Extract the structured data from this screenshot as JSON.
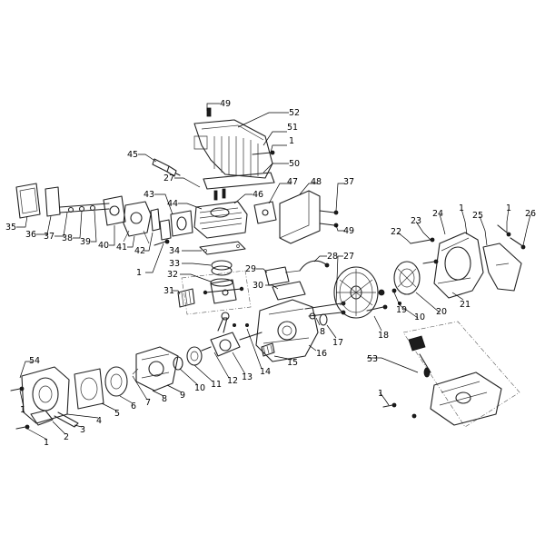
{
  "diagram": {
    "callouts": [
      {
        "id": "c49a",
        "label": "49"
      },
      {
        "id": "c52",
        "label": "52"
      },
      {
        "id": "c51",
        "label": "51"
      },
      {
        "id": "c1a",
        "label": "1"
      },
      {
        "id": "c50",
        "label": "50"
      },
      {
        "id": "c45",
        "label": "45"
      },
      {
        "id": "c27a",
        "label": "27"
      },
      {
        "id": "c43",
        "label": "43"
      },
      {
        "id": "c44",
        "label": "44"
      },
      {
        "id": "c46",
        "label": "46"
      },
      {
        "id": "c47",
        "label": "47"
      },
      {
        "id": "c48",
        "label": "48"
      },
      {
        "id": "c37a",
        "label": "37"
      },
      {
        "id": "c49b",
        "label": "49"
      },
      {
        "id": "c35",
        "label": "35"
      },
      {
        "id": "c36",
        "label": "36"
      },
      {
        "id": "c37b",
        "label": "37"
      },
      {
        "id": "c38",
        "label": "38"
      },
      {
        "id": "c39",
        "label": "39"
      },
      {
        "id": "c40",
        "label": "40"
      },
      {
        "id": "c41",
        "label": "41"
      },
      {
        "id": "c42",
        "label": "42"
      },
      {
        "id": "c1b",
        "label": "1"
      },
      {
        "id": "c34",
        "label": "34"
      },
      {
        "id": "c33",
        "label": "33"
      },
      {
        "id": "c32",
        "label": "32"
      },
      {
        "id": "c31",
        "label": "31"
      },
      {
        "id": "c30",
        "label": "30"
      },
      {
        "id": "c29",
        "label": "29"
      },
      {
        "id": "c28",
        "label": "28"
      },
      {
        "id": "c27b",
        "label": "27"
      },
      {
        "id": "c8a",
        "label": "8"
      },
      {
        "id": "c16",
        "label": "16"
      },
      {
        "id": "c17",
        "label": "17"
      },
      {
        "id": "c18",
        "label": "18"
      },
      {
        "id": "c15",
        "label": "15"
      },
      {
        "id": "c14",
        "label": "14"
      },
      {
        "id": "c13",
        "label": "13"
      },
      {
        "id": "c12",
        "label": "12"
      },
      {
        "id": "c11",
        "label": "11"
      },
      {
        "id": "c10a",
        "label": "10"
      },
      {
        "id": "c9",
        "label": "9"
      },
      {
        "id": "c8b",
        "label": "8"
      },
      {
        "id": "c7",
        "label": "7"
      },
      {
        "id": "c6",
        "label": "6"
      },
      {
        "id": "c5",
        "label": "5"
      },
      {
        "id": "c4",
        "label": "4"
      },
      {
        "id": "c3",
        "label": "3"
      },
      {
        "id": "c2",
        "label": "2"
      },
      {
        "id": "c1c",
        "label": "1"
      },
      {
        "id": "c1d",
        "label": "1"
      },
      {
        "id": "c54",
        "label": "54"
      },
      {
        "id": "c22",
        "label": "22"
      },
      {
        "id": "c23",
        "label": "23"
      },
      {
        "id": "c24",
        "label": "24"
      },
      {
        "id": "c1e",
        "label": "1"
      },
      {
        "id": "c25",
        "label": "25"
      },
      {
        "id": "c1f",
        "label": "1"
      },
      {
        "id": "c26",
        "label": "26"
      },
      {
        "id": "c19",
        "label": "19"
      },
      {
        "id": "c10b",
        "label": "10"
      },
      {
        "id": "c20",
        "label": "20"
      },
      {
        "id": "c21",
        "label": "21"
      },
      {
        "id": "c53",
        "label": "53"
      },
      {
        "id": "c1g",
        "label": "1"
      }
    ]
  }
}
